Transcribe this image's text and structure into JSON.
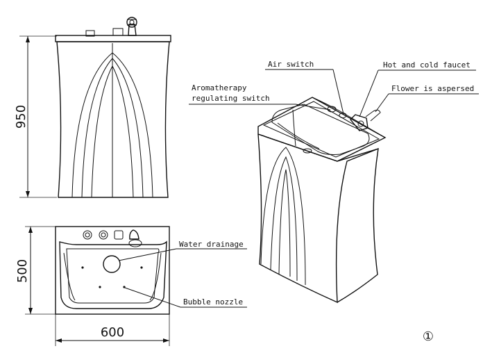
{
  "dimensions": {
    "height_front": "950",
    "depth_top": "500",
    "width_top": "600"
  },
  "labels": {
    "air_switch": "Air switch",
    "hot_cold_faucet": "Hot and cold faucet",
    "aromatherapy_line1": "Aromatherapy",
    "aromatherapy_line2": "regulating switch",
    "flower_asperse": "Flower is aspersed",
    "water_drainage": "Water drainage",
    "bubble_nozzle": "Bubble nozzle"
  },
  "figure_number": "①"
}
